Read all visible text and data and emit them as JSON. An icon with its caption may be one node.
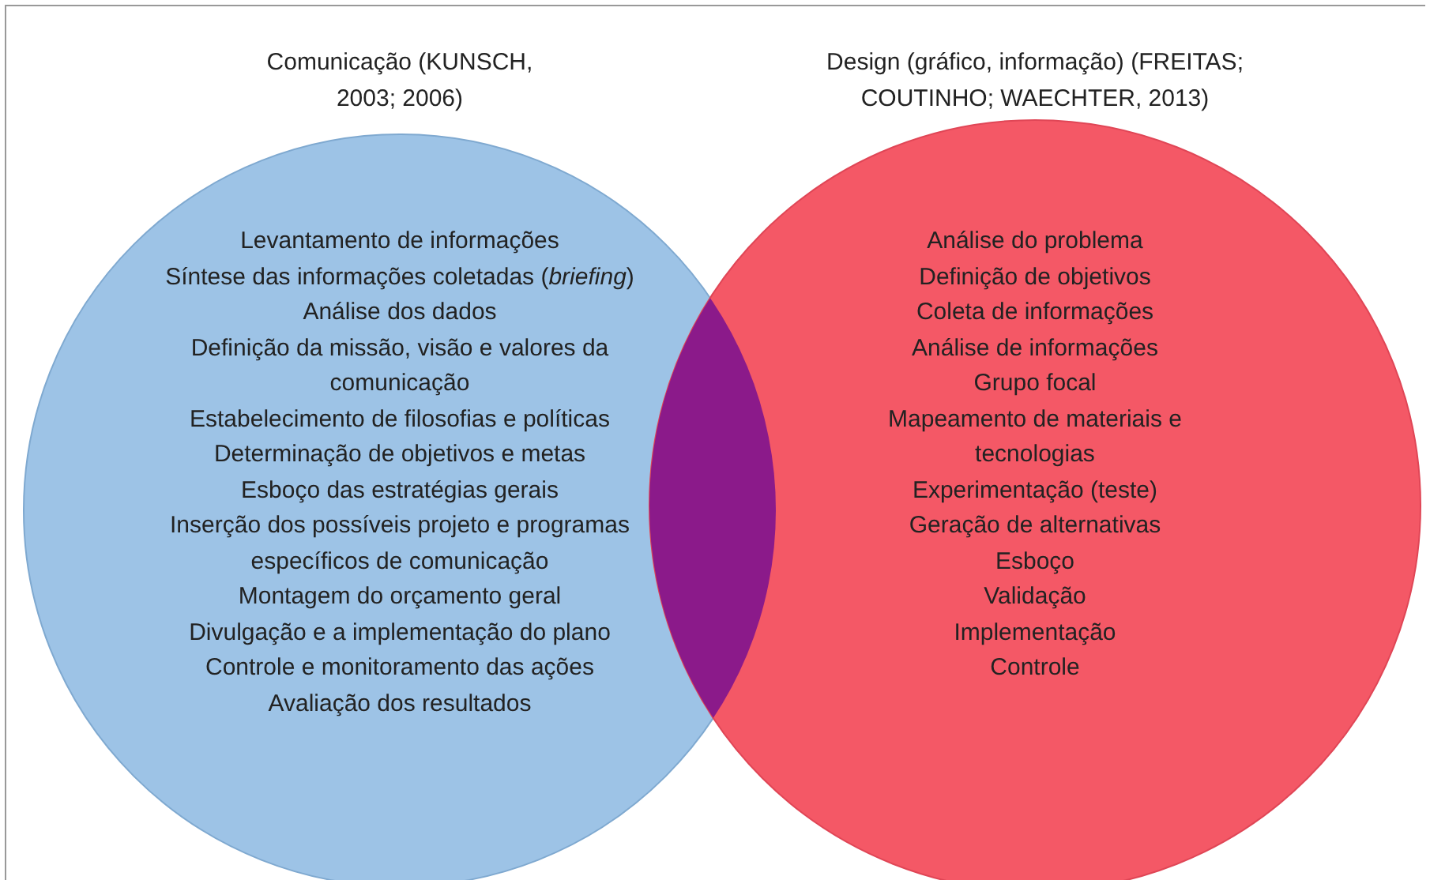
{
  "diagram": {
    "nodes": [
      {
        "text": [
          "Comunicação (KUNSCH, 2003; 2006)",
          "Levantamento de informações",
          "Síntese das informações coletadas (*briefing*)",
          "Análise dos dados",
          "Definição da missão, visão e valores da comunicação",
          "Estabelecimento de filosofias e políticas",
          "Determinação de objetivos e metas",
          "Esboço das estratégias gerais",
          "Inserção dos possíveis projeto e programas específicos de comunicação",
          "Montagem do orçamento geral",
          "Divulgação e a implementação do plano",
          "Controle e monitoramento das ações",
          "Avaliação dos resultados"
        ]
      },
      {
        "text": [
          "Design (gráfico, informação) (FREITAS; COUTINHO; WAECHTER, 2013)",
          "Análise do problema",
          "Definição de objetivos",
          "Coleta de informações",
          "Análise de informações",
          "Grupo focal",
          "Mapeamento de materiais e tecnologias",
          "Experimentação (teste)",
          "Geração de alternativas",
          "Esboço",
          "Validação",
          "Implementação",
          "Controle"
        ]
      },
      {
        "text": [],
        "shape": "lens"
      }
    ]
  }
}
